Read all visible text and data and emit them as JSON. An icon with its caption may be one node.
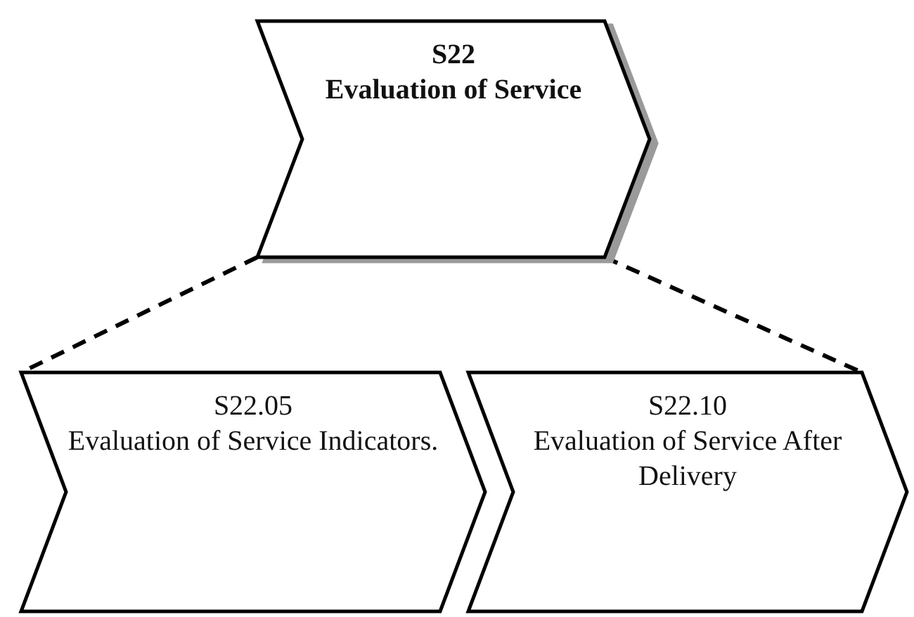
{
  "diagram": {
    "nodes": [
      {
        "text": [
          "S22",
          "Evaluation of Service"
        ]
      },
      {
        "text": [
          "S22.05",
          "Evaluation of Service Indicators."
        ]
      },
      {
        "text": [
          "S22.10",
          "Evaluation of Service After Delivery"
        ]
      }
    ],
    "edges": [
      {
        "from": 0,
        "to": 1,
        "arrow": "none",
        "style": "dashed"
      },
      {
        "from": 0,
        "to": 2,
        "arrow": "none",
        "style": "dashed"
      }
    ]
  }
}
